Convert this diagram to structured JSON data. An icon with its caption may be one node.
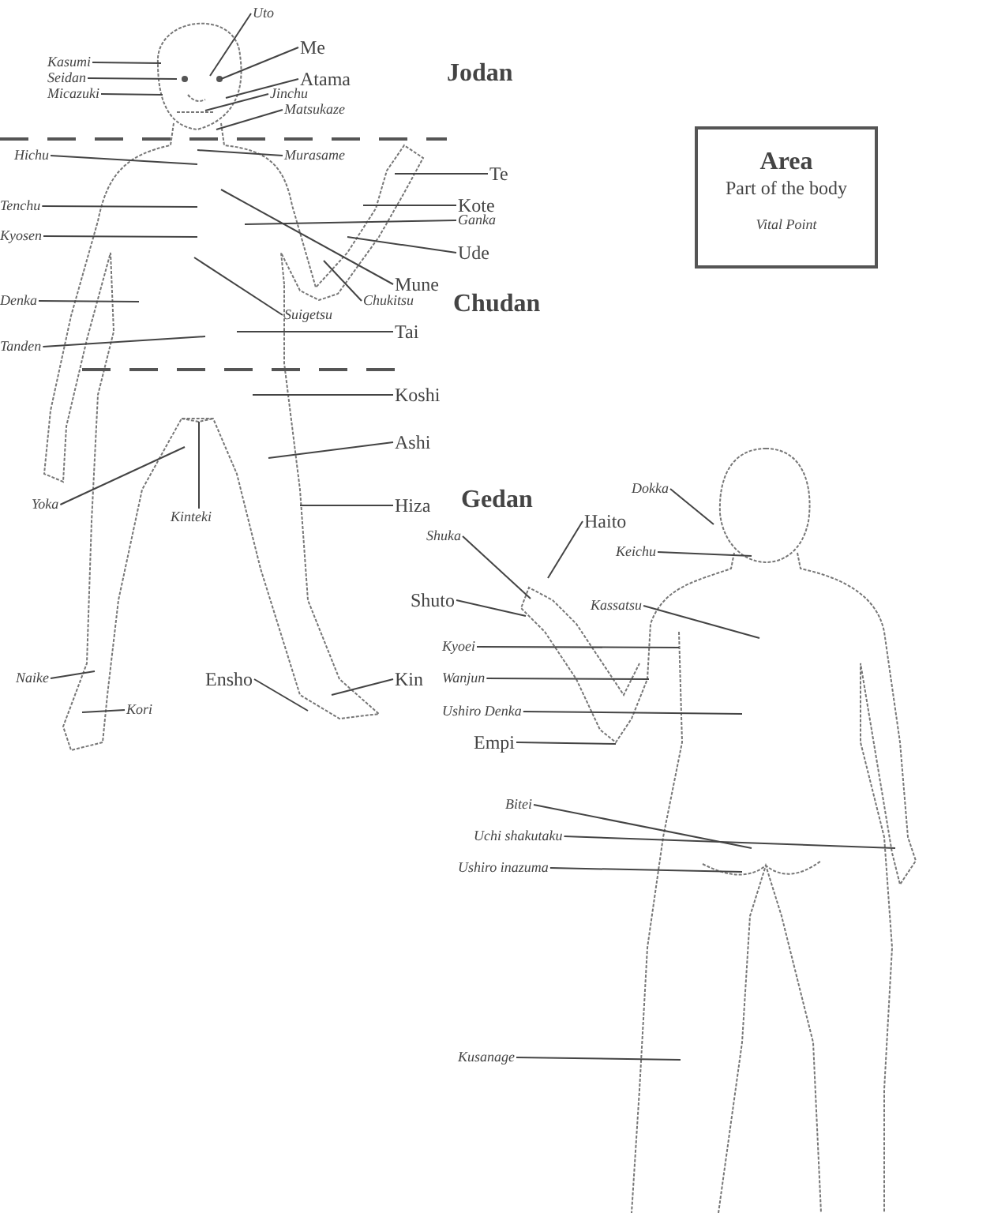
{
  "diagram": {
    "nodes": [
      {
        "text": [
          "Uto"
        ]
      },
      {
        "text": [
          "Me"
        ]
      },
      {
        "text": [
          "Kasumi"
        ]
      },
      {
        "text": [
          "Seidan"
        ]
      },
      {
        "text": [
          "Atama"
        ]
      },
      {
        "text": [
          "Micazuki"
        ]
      },
      {
        "text": [
          "Jinchu"
        ]
      },
      {
        "text": [
          "Matsukaze"
        ]
      },
      {
        "text": [
          "Hichu"
        ]
      },
      {
        "text": [
          "Murasame"
        ]
      },
      {
        "text": [
          "Te"
        ]
      },
      {
        "text": [
          "Tenchu"
        ]
      },
      {
        "text": [
          "Kote"
        ]
      },
      {
        "text": [
          "Ganka"
        ]
      },
      {
        "text": [
          "Kyosen"
        ]
      },
      {
        "text": [
          "Ude"
        ]
      },
      {
        "text": [
          "Mune"
        ]
      },
      {
        "text": [
          "Chukitsu"
        ]
      },
      {
        "text": [
          "Denka"
        ]
      },
      {
        "text": [
          "Suigetsu"
        ]
      },
      {
        "text": [
          "Tai"
        ]
      },
      {
        "text": [
          "Tanden"
        ]
      },
      {
        "text": [
          "Koshi"
        ]
      },
      {
        "text": [
          "Ashi"
        ]
      },
      {
        "text": [
          "Yoka"
        ]
      },
      {
        "text": [
          "Hiza"
        ]
      },
      {
        "text": [
          "Kinteki"
        ]
      },
      {
        "text": [
          "Naike"
        ]
      },
      {
        "text": [
          "Kori"
        ]
      },
      {
        "text": [
          "Ensho"
        ]
      },
      {
        "text": [
          "Kin"
        ]
      },
      {
        "text": [
          "Area",
          "Part of the body",
          "Vital Point"
        ]
      },
      {
        "text": [
          "Dokka"
        ]
      },
      {
        "text": [
          "Haito"
        ]
      },
      {
        "text": [
          "Shuka"
        ]
      },
      {
        "text": [
          "Keichu"
        ]
      },
      {
        "text": [
          "Shuto"
        ]
      },
      {
        "text": [
          "Kassatsu"
        ]
      },
      {
        "text": [
          "Kyoei"
        ]
      },
      {
        "text": [
          "Wanjun"
        ]
      },
      {
        "text": [
          "Ushiro Denka"
        ]
      },
      {
        "text": [
          "Empi"
        ]
      },
      {
        "text": [
          "Bitei"
        ]
      },
      {
        "text": [
          "Uchi shakutaku"
        ]
      },
      {
        "text": [
          "Ushiro inazuma"
        ]
      },
      {
        "text": [
          "Kusanage"
        ]
      }
    ],
    "edges": [
      {
        "from": 0,
        "to": null,
        "arrow": "none"
      },
      {
        "from": 1,
        "to": null,
        "arrow": "none"
      },
      {
        "from": 2,
        "to": null,
        "arrow": "none"
      },
      {
        "from": 3,
        "to": null,
        "arrow": "none"
      },
      {
        "from": 4,
        "to": null,
        "arrow": "none"
      },
      {
        "from": 5,
        "to": null,
        "arrow": "none"
      },
      {
        "from": 6,
        "to": null,
        "arrow": "none"
      },
      {
        "from": 7,
        "to": null,
        "arrow": "none"
      },
      {
        "from": 8,
        "to": null,
        "arrow": "none"
      },
      {
        "from": 9,
        "to": null,
        "arrow": "none"
      },
      {
        "from": 10,
        "to": null,
        "arrow": "none"
      },
      {
        "from": 11,
        "to": null,
        "arrow": "none"
      },
      {
        "from": 12,
        "to": null,
        "arrow": "none"
      },
      {
        "from": 13,
        "to": null,
        "arrow": "none"
      },
      {
        "from": 14,
        "to": null,
        "arrow": "none"
      },
      {
        "from": 15,
        "to": null,
        "arrow": "none"
      },
      {
        "from": 16,
        "to": null,
        "arrow": "none"
      },
      {
        "from": 17,
        "to": null,
        "arrow": "none"
      },
      {
        "from": 18,
        "to": null,
        "arrow": "none"
      },
      {
        "from": 19,
        "to": null,
        "arrow": "none"
      },
      {
        "from": 20,
        "to": null,
        "arrow": "none"
      },
      {
        "from": 21,
        "to": null,
        "arrow": "none"
      },
      {
        "from": 22,
        "to": null,
        "arrow": "none"
      },
      {
        "from": 23,
        "to": null,
        "arrow": "none"
      },
      {
        "from": 24,
        "to": null,
        "arrow": "none"
      },
      {
        "from": 25,
        "to": null,
        "arrow": "none"
      },
      {
        "from": 26,
        "to": null,
        "arrow": "none"
      },
      {
        "from": 27,
        "to": null,
        "arrow": "none"
      },
      {
        "from": 28,
        "to": null,
        "arrow": "none"
      },
      {
        "from": 29,
        "to": null,
        "arrow": "none"
      },
      {
        "from": 30,
        "to": null,
        "arrow": "none"
      },
      {
        "from": 32,
        "to": null,
        "arrow": "none"
      },
      {
        "from": 33,
        "to": null,
        "arrow": "none"
      },
      {
        "from": 34,
        "to": null,
        "arrow": "none"
      },
      {
        "from": 35,
        "to": null,
        "arrow": "none"
      },
      {
        "from": 36,
        "to": null,
        "arrow": "none"
      },
      {
        "from": 37,
        "to": null,
        "arrow": "none"
      },
      {
        "from": 38,
        "to": null,
        "arrow": "none"
      },
      {
        "from": 39,
        "to": null,
        "arrow": "none"
      },
      {
        "from": 40,
        "to": null,
        "arrow": "none"
      },
      {
        "from": 41,
        "to": null,
        "arrow": "none"
      },
      {
        "from": 42,
        "to": null,
        "arrow": "none"
      },
      {
        "from": 43,
        "to": null,
        "arrow": "none"
      },
      {
        "from": 44,
        "to": null,
        "arrow": "none"
      },
      {
        "from": 45,
        "to": null,
        "arrow": "none"
      }
    ],
    "labels": [
      "Jodan",
      "Chudan",
      "Gedan"
    ]
  }
}
